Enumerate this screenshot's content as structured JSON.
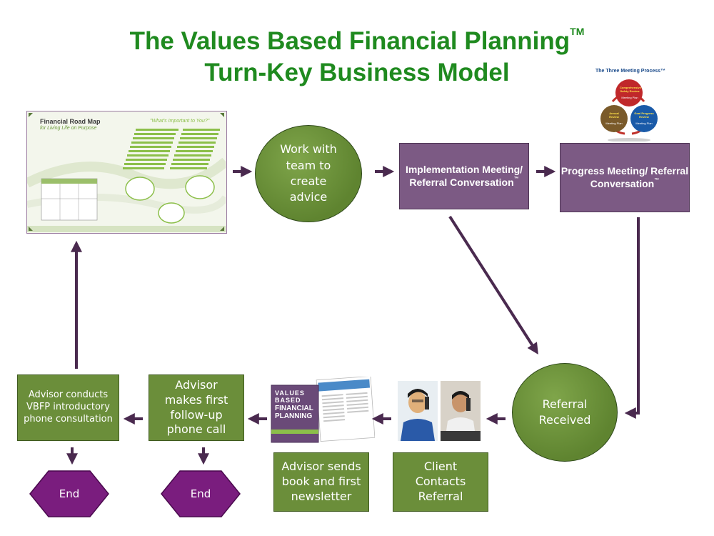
{
  "title": {
    "line1": "The Values Based Financial Planning",
    "trademark": "TM",
    "line2": "Turn-Key Business Model"
  },
  "nodes": {
    "work_with_team": "Work with team to create advice",
    "implementation": "Implementation Meeting/ Referral Conversation",
    "progress": "Progress Meeting/ Referral Conversation",
    "tm_small": "™",
    "referral_received": "Referral Received",
    "client_contacts": "Client Contacts Referral",
    "advisor_sends": "Advisor sends book and first newsletter",
    "advisor_follow_up": "Advisor makes first follow-up phone call",
    "advisor_conducts": "Advisor conducts VBFP introductory phone consultation",
    "end1": "End",
    "end2": "End"
  },
  "road_map": {
    "title": "Financial Road Map",
    "subtitle": "for Living Life on Purpose",
    "header": "\"What's Important to You?\""
  },
  "three_meeting": {
    "title": "The Three Meeting Process",
    "tm": "™",
    "top": "Comprehensive Safety Review",
    "top_plan": "Meeting Plan",
    "left": "Annual Review",
    "left_plan": "Meeting Plan",
    "right": "Goal Progress Review",
    "right_plan": "Meeting Plan"
  },
  "book": {
    "line1": "VALUES",
    "line2": "BASED",
    "line3": "FINANCIAL",
    "line4": "PLANNING"
  },
  "colors": {
    "title_green": "#1f8a1f",
    "box_green": "#6b8e3a",
    "box_purple": "#7c5a84",
    "arrow": "#4a2a4f",
    "diamond": "#7a1d7e"
  }
}
